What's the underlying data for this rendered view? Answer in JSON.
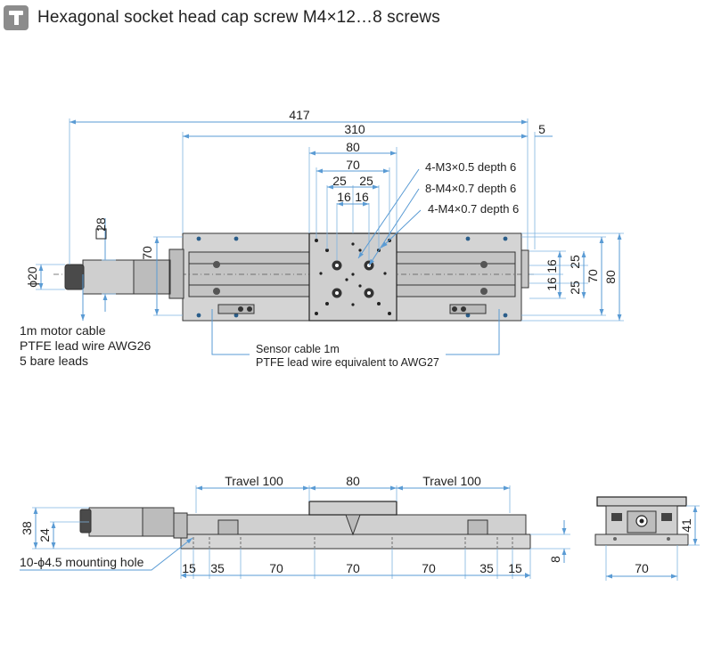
{
  "header": {
    "icon": "t-shaped-screw-icon",
    "title": "Hexagonal socket head cap screw M4×12…8 screws"
  },
  "top_view": {
    "dims": {
      "overall_length": "417",
      "base_length": "310",
      "end_offset": "5",
      "table_width": "80",
      "hole_span_70": "70",
      "hole_25_left": "25",
      "hole_25_right": "25",
      "hole_16_left": "16",
      "hole_16_right": "16",
      "body_height_left": "70",
      "motor_square": "28",
      "motor_diameter": "ϕ20",
      "right_16_top": "16",
      "right_16_bottom": "16",
      "right_25_top": "25",
      "right_25_bottom": "25",
      "right_70": "70",
      "right_80": "80"
    },
    "callouts": {
      "m3_holes": "4-M3×0.5 depth 6",
      "m4_holes_1": "8-M4×0.7 depth 6",
      "m4_holes_2": "4-M4×0.7 depth 6"
    },
    "motor_cable": [
      "1m motor cable",
      "PTFE lead wire AWG26",
      "5 bare leads"
    ],
    "sensor_cable": [
      "Sensor cable 1m",
      "PTFE lead wire equivalent to AWG27"
    ]
  },
  "side_view": {
    "dims": {
      "travel_left": "Travel 100",
      "table": "80",
      "travel_right": "Travel 100",
      "height_38": "38",
      "height_24": "24",
      "bottom_15_left": "15",
      "bottom_35_left": "35",
      "bottom_70_a": "70",
      "bottom_70_b": "70",
      "bottom_70_c": "70",
      "bottom_35_right": "35",
      "bottom_15_right": "15",
      "thickness_8": "8"
    },
    "mounting_hole": "10-ϕ4.5 mounting hole"
  },
  "end_view": {
    "dims": {
      "height_41": "41",
      "width_70": "70"
    }
  },
  "colors": {
    "dimension_line": "#5a9bd4",
    "part_fill": "#d9d9d9",
    "part_dark": "#4a4a4a",
    "icon_bg": "#8c8c8c"
  }
}
